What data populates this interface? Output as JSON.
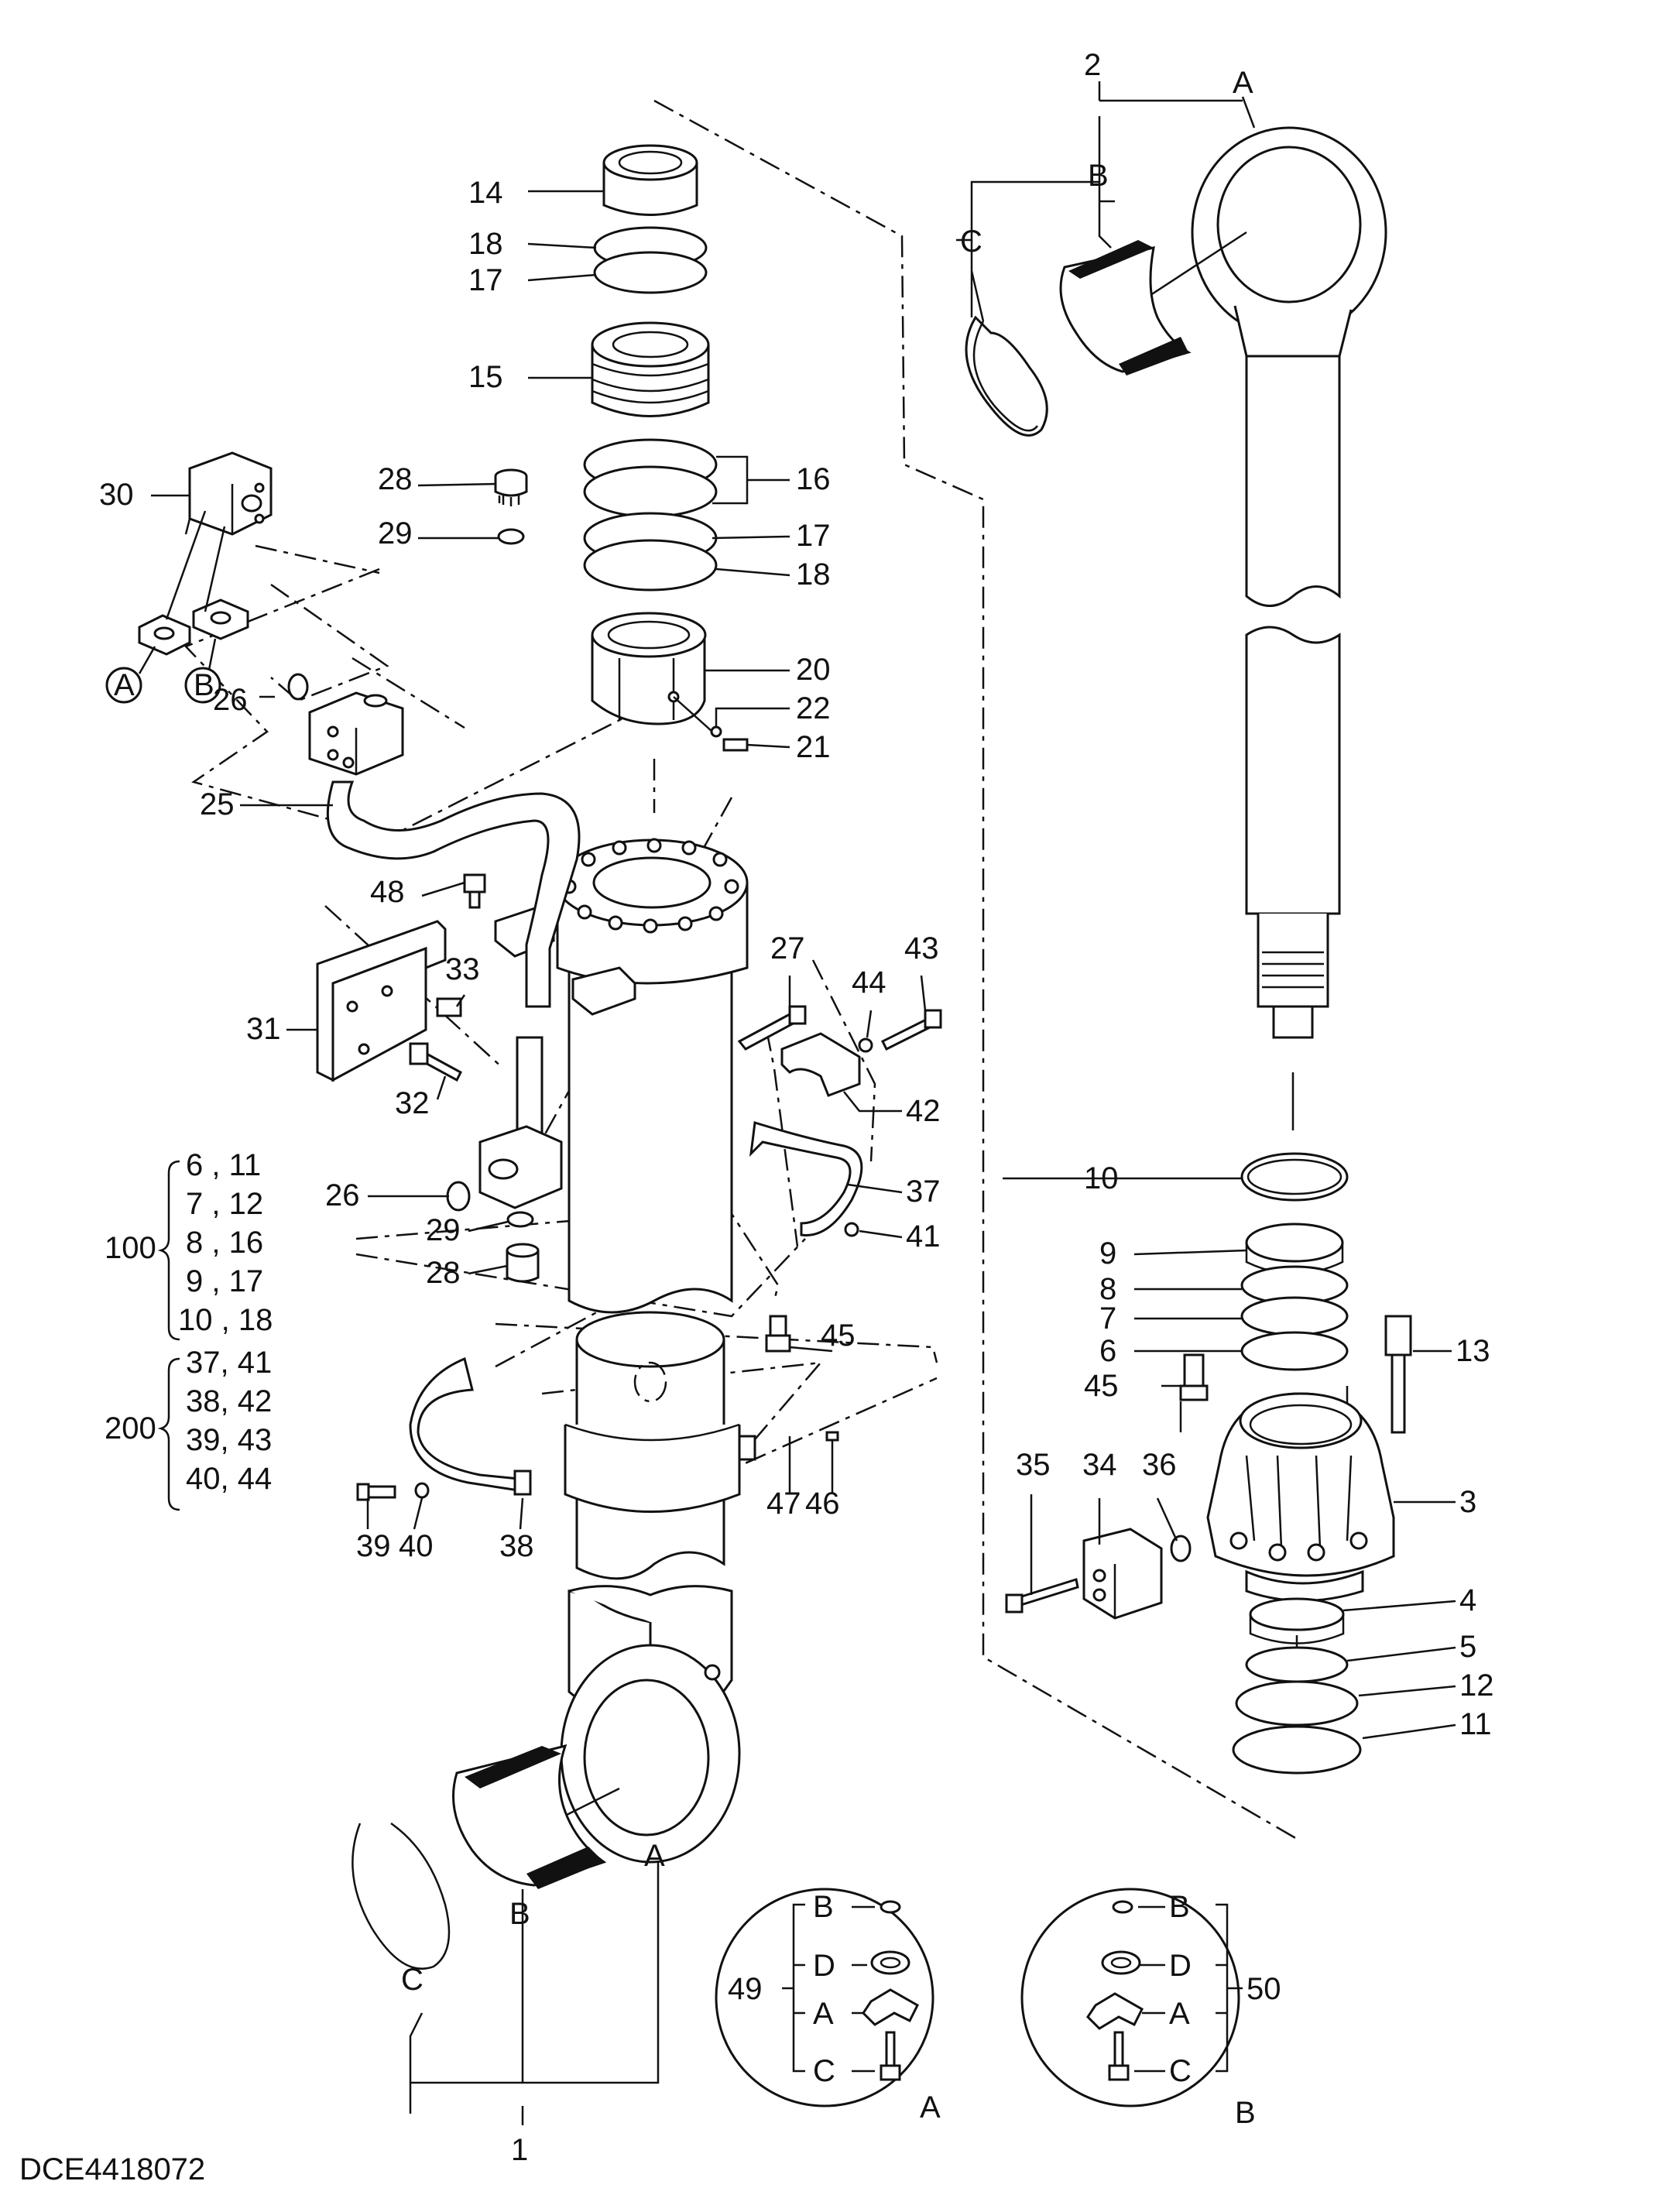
{
  "drawing_code": "DCE4418072",
  "part_labels": [
    "14",
    "18",
    "17",
    "15",
    "16",
    "17",
    "18",
    "20",
    "22",
    "21",
    "30",
    "28",
    "29",
    "26",
    "25",
    "48",
    "33",
    "31",
    "32",
    "27",
    "44",
    "43",
    "42",
    "37",
    "41",
    "26",
    "29",
    "28",
    "45",
    "47",
    "46",
    "39",
    "40",
    "38",
    "2",
    "A",
    "B",
    "C",
    "10",
    "9",
    "8",
    "7",
    "6",
    "13",
    "45",
    "3",
    "35",
    "34",
    "36",
    "4",
    "5",
    "12",
    "11",
    "A",
    "B",
    "C",
    "1",
    "49",
    "50"
  ],
  "group_100": {
    "number": "100",
    "items": [
      "6 , 11",
      "7 , 12",
      "8 , 16",
      "9 , 17",
      "10 , 18"
    ]
  },
  "group_200": {
    "number": "200",
    "items": [
      "37, 41",
      "38, 42",
      "39, 43",
      "40, 44"
    ]
  },
  "port_labels": {
    "a": "A",
    "b": "B"
  },
  "detail_a": {
    "number": "49",
    "tag": "A",
    "rows": [
      "B",
      "D",
      "A",
      "C"
    ]
  },
  "detail_b": {
    "number": "50",
    "tag": "B",
    "rows": [
      "B",
      "D",
      "A",
      "C"
    ]
  }
}
